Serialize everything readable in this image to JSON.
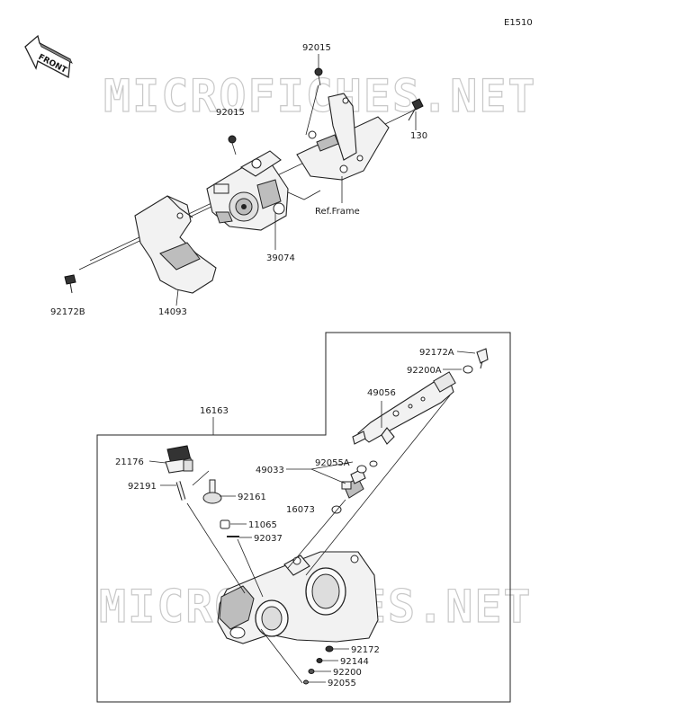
{
  "diagram_code": "E1510",
  "front_label": "FRONT",
  "watermark": "MICROFICHES.NET",
  "ref_frame": "Ref.Frame",
  "labels": {
    "p92015a": "92015",
    "p92015b": "92015",
    "p130": "130",
    "p39074": "39074",
    "p92172b": "92172B",
    "p14093": "14093",
    "p16163": "16163",
    "p92172a": "92172A",
    "p92200a": "92200A",
    "p49056": "49056",
    "p21176": "21176",
    "p49033": "49033",
    "p92055a": "92055A",
    "p92191": "92191",
    "p92161": "92161",
    "p16073": "16073",
    "p11065": "11065",
    "p92037": "92037",
    "p92172": "92172",
    "p92144": "92144",
    "p92200": "92200",
    "p92055": "92055"
  }
}
